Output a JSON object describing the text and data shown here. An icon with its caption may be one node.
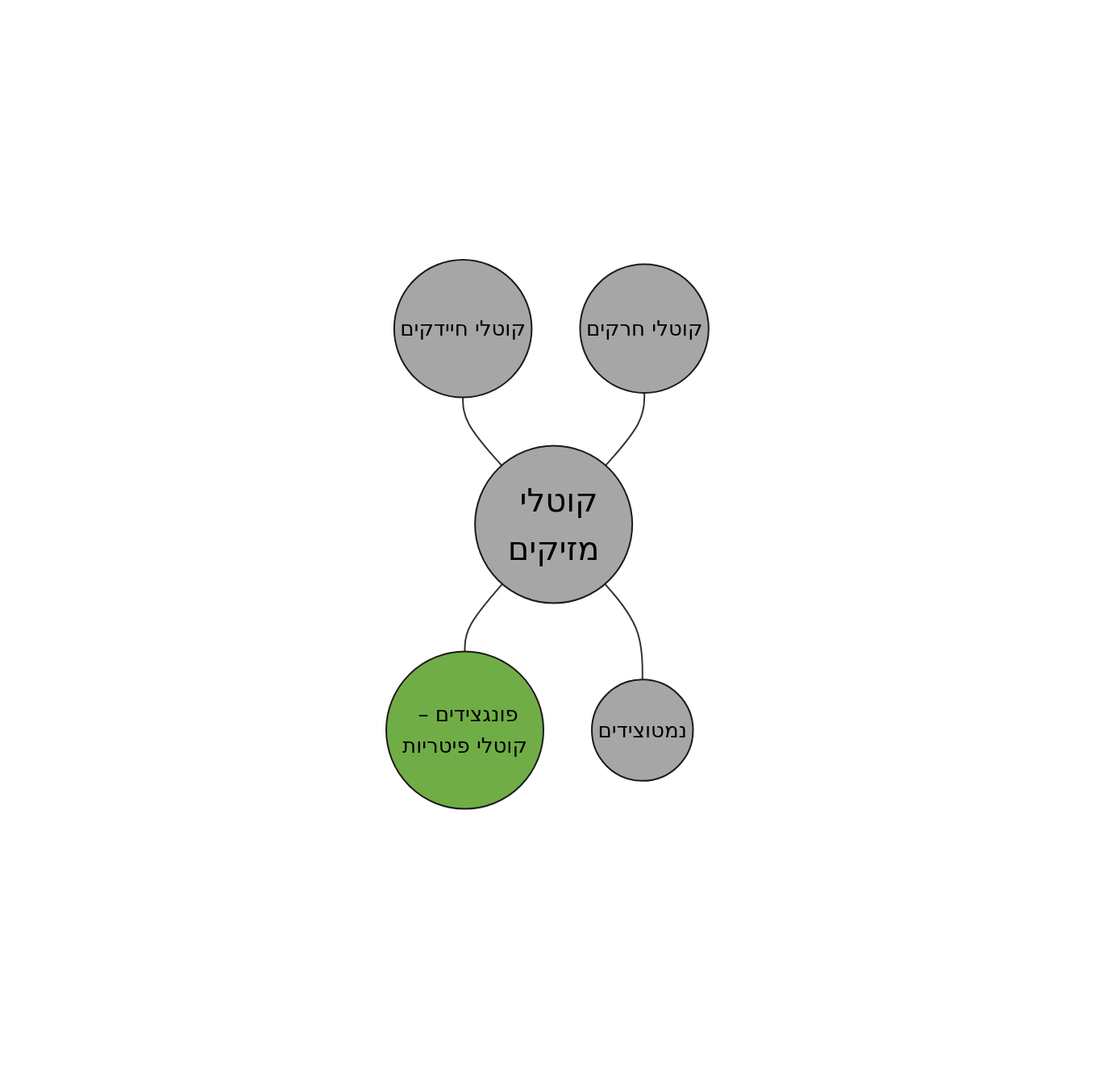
{
  "diagram": {
    "nodes": [
      {
        "text": [
          "קוטלי חרקים"
        ]
      },
      {
        "text": [
          "קוטלי חיידקים"
        ]
      },
      {
        "text": [
          "קוטלי מזיקים"
        ]
      },
      {
        "text": [
          "פונגצידים – קוטלי פיטריות"
        ]
      },
      {
        "text": [
          "נמטוצידים"
        ]
      }
    ],
    "edges": [
      {
        "from": 1,
        "to": 2,
        "arrow": "none"
      },
      {
        "from": 0,
        "to": 2,
        "arrow": "none"
      },
      {
        "from": 2,
        "to": 3,
        "arrow": "none"
      },
      {
        "from": 2,
        "to": 4,
        "arrow": "none"
      }
    ]
  }
}
